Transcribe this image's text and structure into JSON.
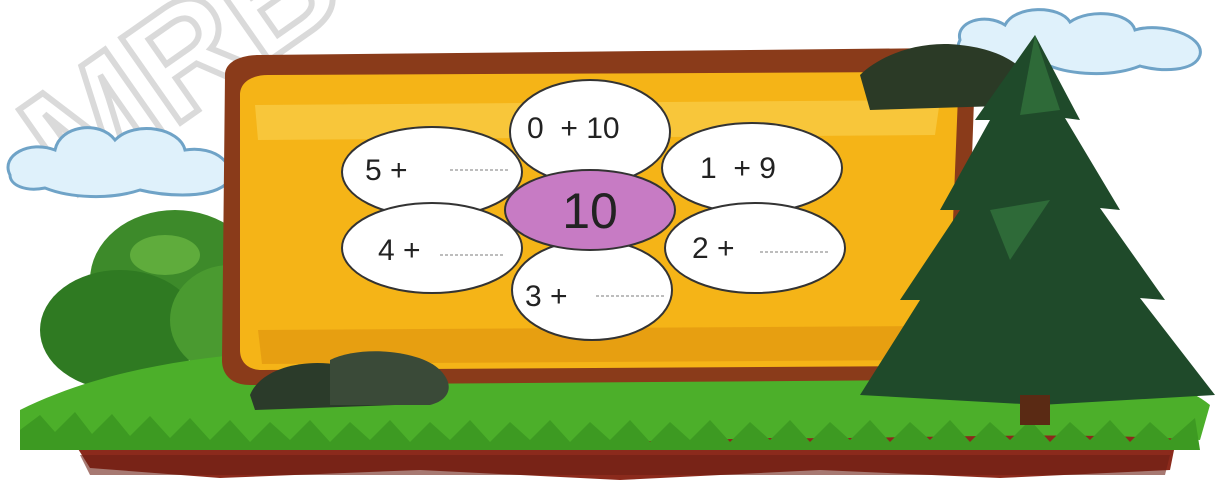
{
  "watermark": "MRB",
  "flower": {
    "center": "10",
    "petals": [
      {
        "id": "top",
        "text": "0  + 10"
      },
      {
        "id": "upper-right",
        "text": "1  + 9"
      },
      {
        "id": "lower-right",
        "text": "2 +"
      },
      {
        "id": "bottom",
        "text": "3 +"
      },
      {
        "id": "lower-left",
        "text": "4 +"
      },
      {
        "id": "upper-left",
        "text": "5 +"
      }
    ]
  },
  "colors": {
    "board": "#f5b417",
    "board_frame": "#8a3b1a",
    "center": "#c77bc4",
    "petal": "#ffffff",
    "grass": "#4caf2a",
    "tree": "#1f4a2a",
    "soil": "#8b2a1c",
    "cloud": "#dff1fb"
  },
  "icons": [
    "cloud-icon",
    "tree-icon",
    "bush-icon",
    "rock-icon"
  ]
}
